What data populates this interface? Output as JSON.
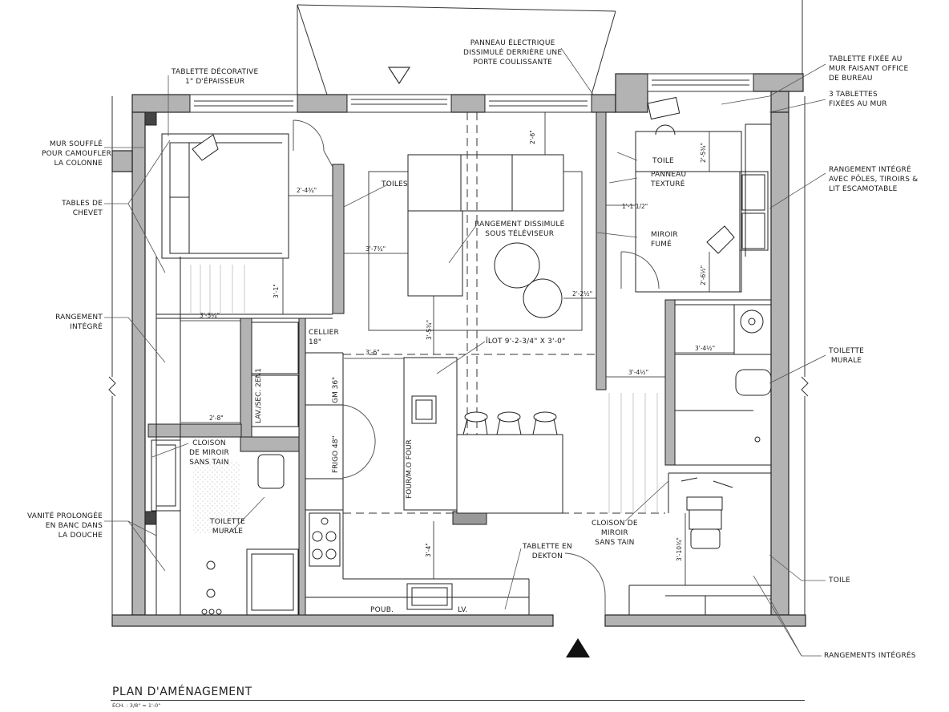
{
  "title": "PLAN D'AMÉNAGEMENT",
  "scale": "ÉCH. : 3/8\" = 1'-0\"",
  "labels": {
    "tablette_decorative": [
      "TABLETTE DÉCORATIVE",
      "1\" D'ÉPAISSEUR"
    ],
    "panneau_electrique": [
      "PANNEAU ÉLECTRIQUE",
      "DISSIMULÉ DERRIÈRE UNE",
      "PORTE COULISSANTE"
    ],
    "tablette_fixee": [
      "TABLETTE  FIXÉE AU",
      "MUR FAISANT OFFICE",
      "DE BUREAU"
    ],
    "trois_tablettes": [
      "3 TABLETTES",
      "FIXÉES AU MUR"
    ],
    "mur_souffle": [
      "MUR SOUFFLÉ",
      "POUR CAMOUFLER",
      "LA COLONNE"
    ],
    "tables_chevet": [
      "TABLES DE",
      "CHEVET"
    ],
    "rangement_integre_left": [
      "RANGEMENT",
      "INTÉGRÉ"
    ],
    "rangement_integre_right": [
      "RANGEMENT INTÉGRÉ",
      "AVEC PÔLES, TIROIRS &",
      "LIT ESCAMOTABLE"
    ],
    "toiles": [
      "TOILES"
    ],
    "rangement_dissimule": [
      "RANGEMENT DISSIMULÉ",
      "SOUS TÉLÉVISEUR"
    ],
    "toile_top": [
      "TOILE"
    ],
    "panneau_texture": [
      "PANNEAU",
      "TEXTURÉ"
    ],
    "miroir_fume": [
      "MIROIR",
      "FUMÉ"
    ],
    "cellier": [
      "CELLIER",
      "18\""
    ],
    "ilot": [
      "ÎLOT 9'-2-3/4\" X 3'-0\""
    ],
    "toilette_murale_right": [
      "TOILETTE",
      "MURALE"
    ],
    "cloison_left": [
      "CLOISON",
      "DE MIROIR",
      "SANS TAIN"
    ],
    "vanite": [
      "VANITÉ PROLONGÉE",
      "EN BANC DANS",
      "LA DOUCHE"
    ],
    "toilette_murale_left": [
      "TOILETTE",
      "MURALE"
    ],
    "tablette_dekton": [
      "TABLETTE EN",
      "DEKTON"
    ],
    "cloison_right": [
      "CLOISON DE",
      "MIROIR",
      "SANS TAIN"
    ],
    "toile_right": [
      "TOILE"
    ],
    "rangements_integres": [
      "RANGEMENTS INTÉGRÉS"
    ],
    "poub": "POUB.",
    "lv": "LV."
  },
  "vertical_labels": {
    "gm": "GM 36\"",
    "frigo": "FRIGO 48\"",
    "four": "FOUR/M.O FOUR",
    "lav_sec": "LAV./SEC. 2EN1"
  },
  "dimensions": {
    "d1": "2'-4¾\"",
    "d2": "3'-7¾\"",
    "d3": "3'-1\"",
    "d4": "3'-3¼\"",
    "d5": "3'-6\"",
    "d6": "3'-5¾\"",
    "d7": "2'-8\"",
    "d8": "3'-4\"",
    "d9": "2'-6\"",
    "d10": "2'-2½\"",
    "d11": "1'-1 1/2\"",
    "d12": "2'-5¾\"",
    "d13": "2'-6½\"",
    "d14": "3'-4½\"",
    "d15": "3'-4½\"",
    "d16": "3'-10¾\""
  },
  "colors": {
    "wall_fill": "#b3b3b3",
    "line": "#222222",
    "light_line": "#9a9a9a"
  }
}
